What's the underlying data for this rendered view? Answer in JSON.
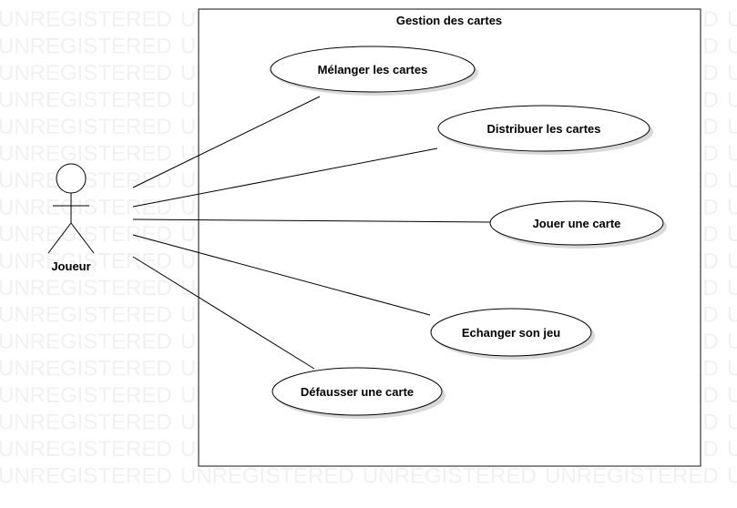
{
  "watermark": "UNREGISTERED",
  "system_boundary": {
    "title": "Gestion des cartes"
  },
  "actor": {
    "label": "Joueur"
  },
  "use_cases": [
    {
      "label": "Mélanger les cartes"
    },
    {
      "label": "Distribuer les cartes"
    },
    {
      "label": "Jouer une carte"
    },
    {
      "label": "Echanger son jeu"
    },
    {
      "label": "Défausser une carte"
    }
  ],
  "colors": {
    "stroke": "#000000",
    "boundary_stroke": "#606060",
    "shadow": "#d8d8d8",
    "watermark": "#f1f1f1",
    "fill": "#ffffff"
  }
}
